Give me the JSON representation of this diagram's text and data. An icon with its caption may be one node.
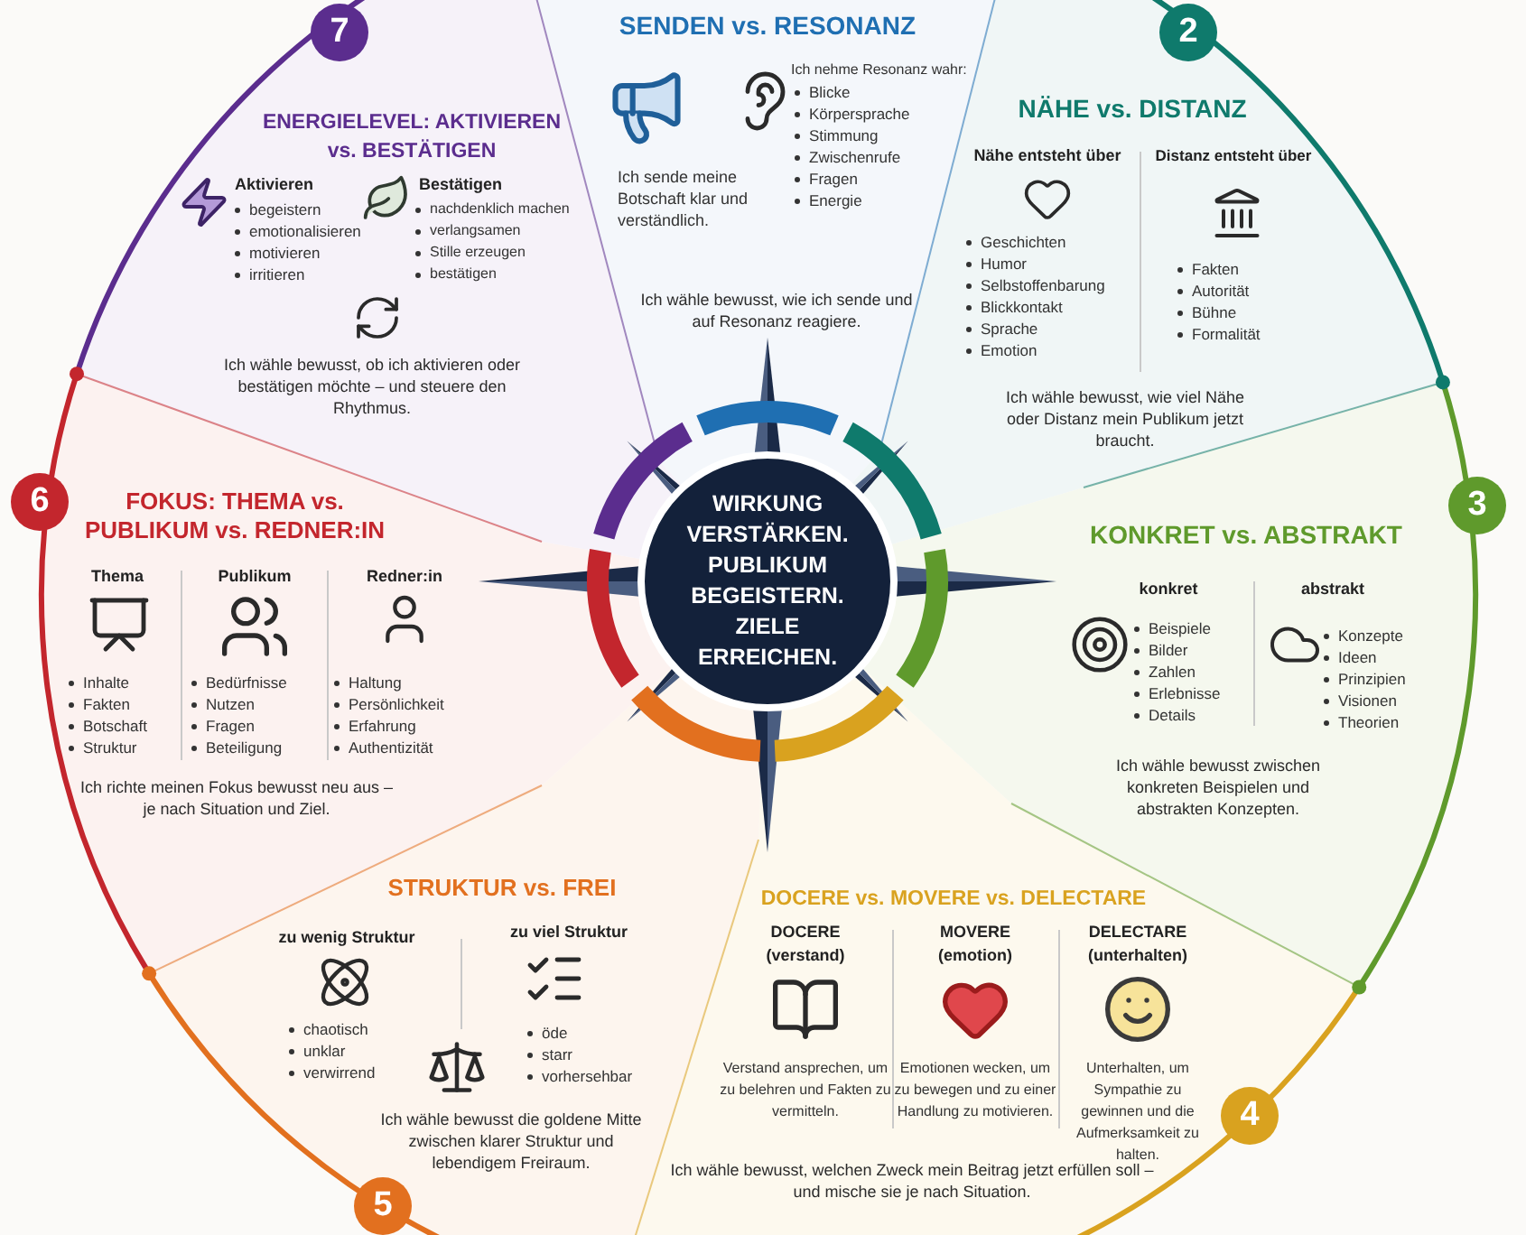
{
  "diagram": {
    "nodes": [
      {
        "text": [
          "SENDEN vs. RESONANZ",
          "Ich sende meine Botschaft klar und verständlich.",
          "Ich nehme Resonanz wahr:",
          "Blicke",
          "Körpersprache",
          "Stimmung",
          "Zwischenrufe",
          "Fragen",
          "Energie",
          "Ich wähle bewusst, wie ich sende und auf Resonanz reagiere."
        ]
      },
      {
        "text": [
          "NÄHE vs. DISTANZ",
          "Nähe entsteht über",
          "Geschichten",
          "Humor",
          "Selbstoffenbarung",
          "Blickkontakt",
          "Sprache",
          "Emotion",
          "Distanz entsteht über",
          "Fakten",
          "Autorität",
          "Bühne",
          "Formalität",
          "Ich wähle bewusst, wie viel Nähe oder Distanz mein Publikum jetzt braucht."
        ],
        "beside": [
          "2"
        ]
      },
      {
        "text": [
          "KONKRET vs. ABSTRAKT",
          "konkret",
          "Beispiele",
          "Bilder",
          "Zahlen",
          "Erlebnisse",
          "Details",
          "abstrakt",
          "Konzepte",
          "Ideen",
          "Prinzipien",
          "Visionen",
          "Theorien",
          "Ich wähle bewusst zwischen konkreten Beispielen und abstrakten Konzepten."
        ],
        "beside": [
          "3"
        ]
      },
      {
        "text": [
          "DOCERE vs. MOVERE vs. DELECTARE",
          "DOCERE",
          "(verstand)",
          "Verstand ansprechen, um zu belehren und Fakten zu vermitteln.",
          "MOVERE",
          "(emotion)",
          "Emotionen wecken, um zu bewegen und zu einer Handlung zu motivieren.",
          "DELECTARE",
          "(unterhalten)",
          "Unterhalten, um Sympathie zu gewinnen und die Aufmerksamkeit zu halten.",
          "Ich wähle bewusst, welchen Zweck mein Beitrag jetzt erfüllen soll – und mische sie je nach Situation."
        ],
        "beside": [
          "4"
        ]
      },
      {
        "text": [
          "STRUKTUR vs. FREI",
          "zu wenig Struktur",
          "chaotisch",
          "unklar",
          "verwirrend",
          "zu viel Struktur",
          "öde",
          "starr",
          "vorhersehbar",
          "Ich wähle bewusst die goldene Mitte zwischen klarer Struktur und lebendigem Freiraum."
        ],
        "beside": [
          "5"
        ]
      },
      {
        "text": [
          "FOKUS: THEMA vs. PUBLIKUM vs. REDNER:IN",
          "Thema",
          "Inhalte",
          "Fakten",
          "Botschaft",
          "Struktur",
          "Publikum",
          "Bedürfnisse",
          "Nutzen",
          "Fragen",
          "Beteiligung",
          "Redner:in",
          "Haltung",
          "Persönlichkeit",
          "Erfahrung",
          "Authentizität",
          "Ich richte meinen Fokus bewusst neu aus – je nach Situation und Ziel."
        ],
        "beside": [
          "6"
        ]
      },
      {
        "text": [
          "ENERGIELEVEL: AKTIVIEREN vs. BESTÄTIGEN",
          "Aktivieren",
          "begeistern",
          "emotionalisieren",
          "motivieren",
          "irritieren",
          "Bestätigen",
          "nachdenklich machen",
          "verlangsamen",
          "Stille erzeugen",
          "bestätigen",
          "Ich wähle bewusst, ob ich aktivieren oder bestätigen möchte – und steuere den Rhythmus."
        ],
        "beside": [
          "7"
        ]
      },
      {
        "text": [
          "WIRKUNG VERSTÄRKEN. PUBLIKUM BEGEISTERN. ZIELE ERREICHEN."
        ]
      }
    ]
  }
}
